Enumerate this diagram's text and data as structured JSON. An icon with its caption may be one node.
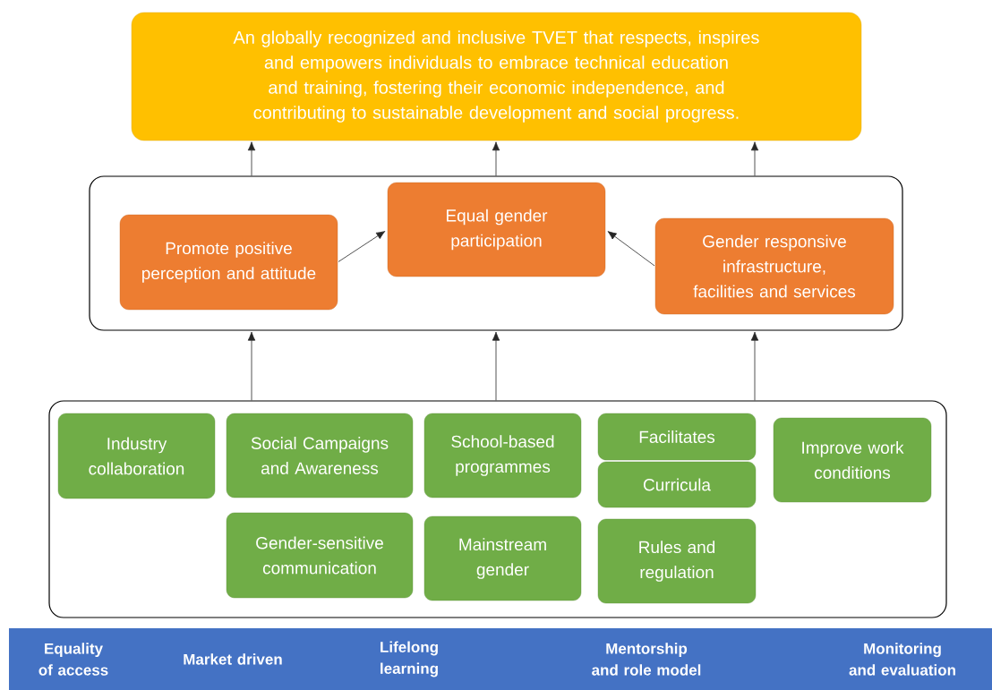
{
  "diagram": {
    "nodes": [
      {
        "text": [
          "An globally recognized and inclusive TVET that respects, inspires and empowers individuals to embrace technical education and training, fostering their economic independence, and contributing to sustainable development and social progress."
        ]
      },
      {
        "text": [],
        "shape": "box"
      },
      {
        "text": [
          "Promote positive perception and attitude"
        ],
        "in": 1
      },
      {
        "text": [
          "Equal gender participation"
        ],
        "in": 1
      },
      {
        "text": [
          "Gender responsive infrastructure, facilities and services"
        ],
        "in": 1
      },
      {
        "text": [],
        "shape": "box"
      },
      {
        "text": [
          "Industry collaboration"
        ],
        "in": 5
      },
      {
        "text": [
          "Social Campaigns and Awareness"
        ],
        "in": 5
      },
      {
        "text": [
          "School-based programmes"
        ],
        "in": 5
      },
      {
        "text": [
          "Facilitates"
        ],
        "in": 5
      },
      {
        "text": [
          "Curricula"
        ],
        "in": 5
      },
      {
        "text": [
          "Improve work conditions"
        ],
        "in": 5
      },
      {
        "text": [
          "Gender-sensitive communication"
        ],
        "in": 5
      },
      {
        "text": [
          "Mainstream gender"
        ],
        "in": 5
      },
      {
        "text": [
          "Rules and regulation"
        ],
        "in": 5
      },
      {
        "text": [
          "Equality of access",
          "Market driven",
          "Lifelong learning",
          "Mentorship and role model",
          "Monitoring and evaluation"
        ]
      }
    ],
    "edges": [
      {
        "from": 1,
        "to": 0,
        "arrow": "to"
      },
      {
        "from": 1,
        "to": 0,
        "arrow": "to"
      },
      {
        "from": 1,
        "to": 0,
        "arrow": "to"
      },
      {
        "from": 2,
        "to": 3,
        "arrow": "to"
      },
      {
        "from": 4,
        "to": 3,
        "arrow": "to"
      },
      {
        "from": 5,
        "to": 1,
        "arrow": "to"
      },
      {
        "from": 5,
        "to": 1,
        "arrow": "to"
      },
      {
        "from": 5,
        "to": 1,
        "arrow": "to"
      }
    ]
  }
}
